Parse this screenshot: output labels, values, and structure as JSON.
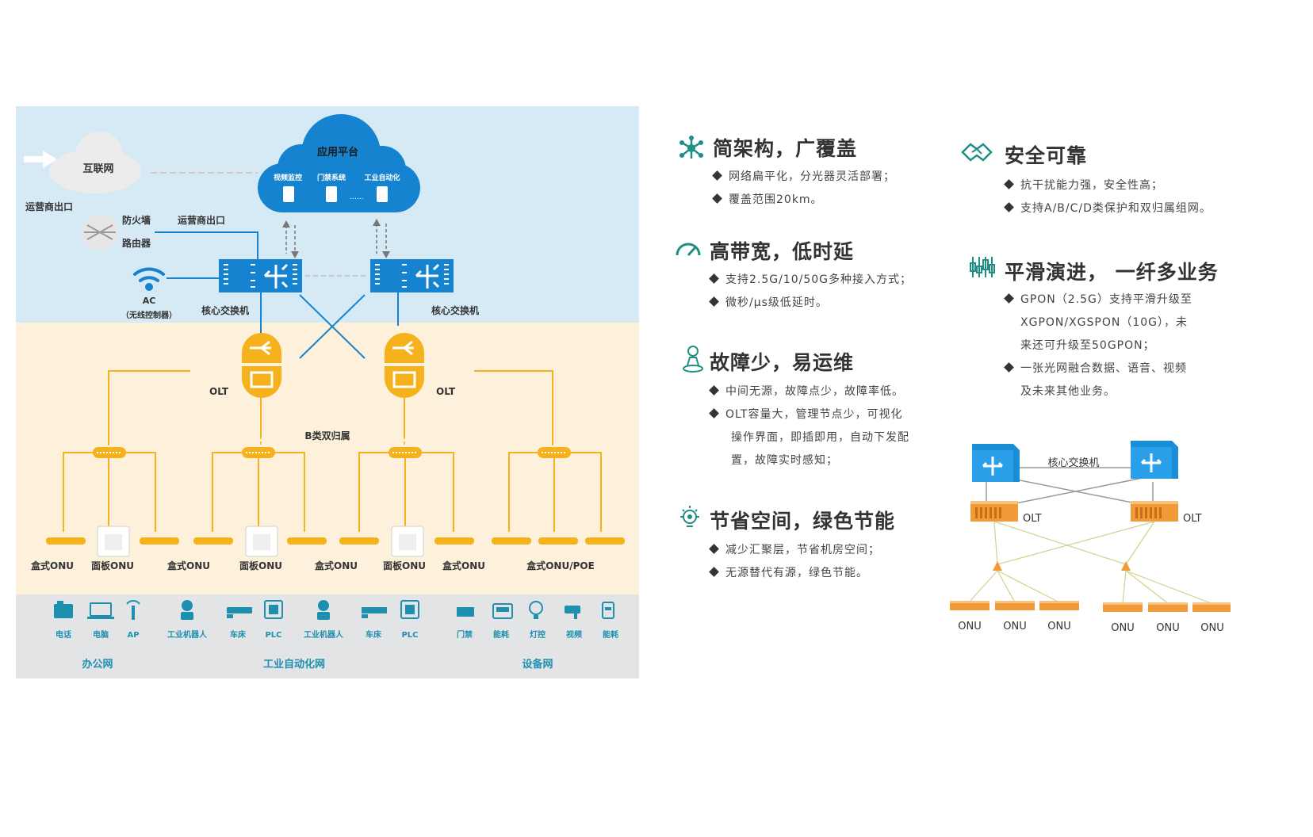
{
  "diagram": {
    "internet": "互联网",
    "operator_exit_left": "运营商出口",
    "operator_exit_mid": "运营商出口",
    "firewall": "防火墙",
    "router": "路由器",
    "app_platform": "应用平台",
    "video_monitor": "视频监控",
    "access_control": "门禁系统",
    "industrial_automation": "工业自动化",
    "ellipsis": "......",
    "ac": "AC",
    "ac_sub": "（无线控制器）",
    "core_switch_left": "核心交换机",
    "core_switch_right": "核心交换机",
    "olt_left": "OLT",
    "olt_right": "OLT",
    "dual_homing": "B类双归属",
    "onu_labels": [
      "盒式ONU",
      "面板ONU",
      "盒式ONU",
      "面板ONU",
      "盒式ONU",
      "面板ONU",
      "盒式ONU",
      "盒式ONU/POE"
    ],
    "devices": [
      "电话",
      "电脑",
      "AP",
      "工业机器人",
      "车床",
      "PLC",
      "工业机器人",
      "车床",
      "PLC",
      "门禁",
      "能耗",
      "灯控",
      "视频",
      "能耗"
    ],
    "groups": [
      "办公网",
      "工业自动化网",
      "设备网"
    ]
  },
  "features": [
    {
      "icon": "network-nodes-icon",
      "title": "简架构，广覆盖",
      "bullets": [
        [
          "网络扁平化，分光器灵活部署；"
        ],
        [
          "覆盖范围20km。"
        ]
      ]
    },
    {
      "icon": "speedometer-icon",
      "title": "高带宽，低时延",
      "bullets": [
        [
          "支持2.5G/10/50G多种接入方式；"
        ],
        [
          "微秒/μs级低延时。"
        ]
      ]
    },
    {
      "icon": "maintenance-person-icon",
      "title": "故障少，易运维",
      "bullets": [
        [
          "中间无源，故障点少，故障率低。"
        ],
        [
          "OLT容量大，管理节点少，可视化",
          "操作界面，即插即用，自动下发配",
          "置，故障实时感知；"
        ]
      ]
    },
    {
      "icon": "energy-bulb-icon",
      "title": "节省空间，绿色节能",
      "bullets": [
        [
          "减少汇聚层，节省机房空间；"
        ],
        [
          "无源替代有源，绿色节能。"
        ]
      ]
    },
    {
      "icon": "handshake-icon",
      "title": "安全可靠",
      "bullets": [
        [
          "抗干扰能力强，安全性高；"
        ],
        [
          "支持A/B/C/D类保护和双归属组网。"
        ]
      ]
    },
    {
      "icon": "evolution-bars-icon",
      "title": "平滑演进， 一纤多业务",
      "bullets": [
        [
          "GPON（2.5G）支持平滑升级至",
          "XGPON/XGSPON（10G），未",
          "来还可升级至50GPON；"
        ],
        [
          "一张光网融合数据、语音、视频",
          "及未来其他业务。"
        ]
      ]
    }
  ],
  "mini_diagram": {
    "core_switch": "核心交换机",
    "olt_left": "OLT",
    "olt_right": "OLT",
    "onu_labels": [
      "ONU",
      "ONU",
      "ONU",
      "ONU",
      "ONU",
      "ONU"
    ]
  },
  "colors": {
    "top_band": "#d6eaf6",
    "mid_band": "#fdf1dc",
    "bottom_band": "#e3e4e6",
    "blue": "#1583cf",
    "orange": "#f5b21d",
    "teal": "#1f8f86"
  }
}
